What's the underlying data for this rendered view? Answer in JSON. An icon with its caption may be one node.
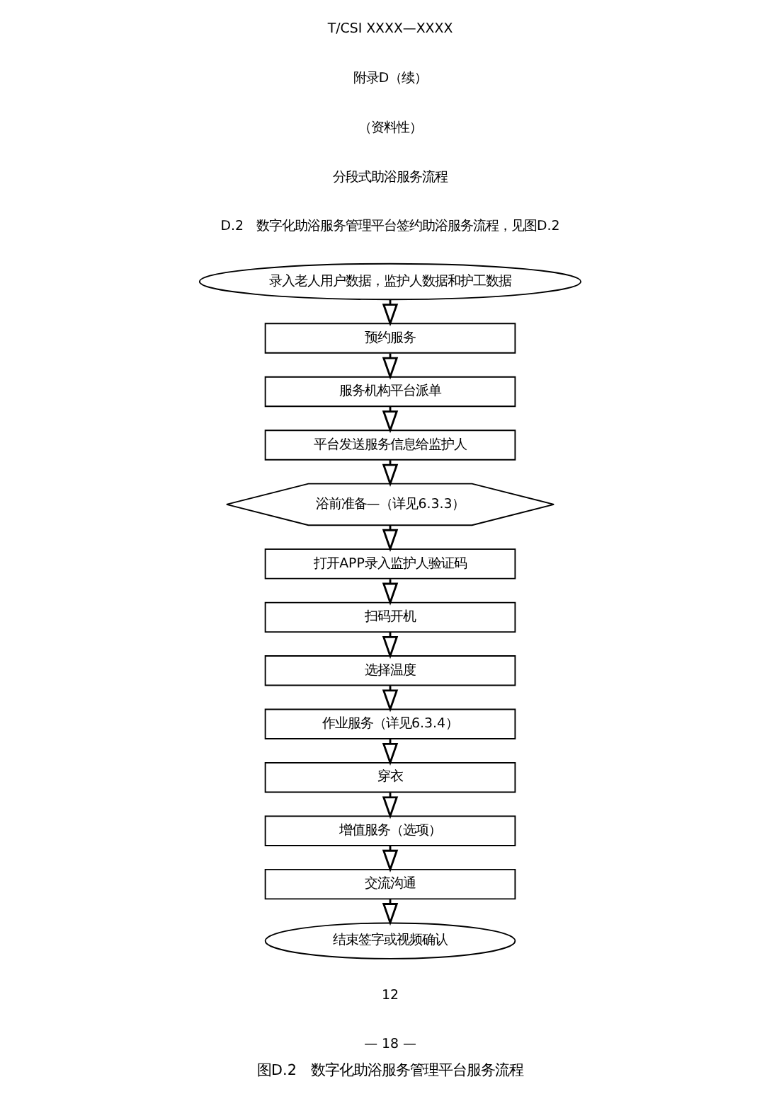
{
  "diagram": {
    "caption": "图D.2　数字化助浴服务管理平台服务流程",
    "nodes": [
      {
        "text": [
          "录入老人用户数据，监护人数据和护工数据"
        ]
      },
      {
        "text": [
          "预约服务"
        ]
      },
      {
        "text": [
          "服务机构平台派单"
        ]
      },
      {
        "text": [
          "平台发送服务信息给监护人"
        ]
      },
      {
        "text": [
          "浴前准备—（详见6.3.3）"
        ]
      },
      {
        "text": [
          "打开APP录入监护人验证码"
        ]
      },
      {
        "text": [
          "扫码开机"
        ]
      },
      {
        "text": [
          "选择温度"
        ]
      },
      {
        "text": [
          "作业服务（详见6.3.4）"
        ]
      },
      {
        "text": [
          "穿衣"
        ]
      },
      {
        "text": [
          "增值服务（选项）"
        ]
      },
      {
        "text": [
          "交流沟通"
        ]
      },
      {
        "text": [
          "结束签字或视频确认"
        ]
      }
    ],
    "edges": [
      {
        "from": 0,
        "to": 1,
        "arrow": "to"
      },
      {
        "from": 1,
        "to": 2,
        "arrow": "to"
      },
      {
        "from": 2,
        "to": 3,
        "arrow": "to"
      },
      {
        "from": 3,
        "to": 4,
        "arrow": "to"
      },
      {
        "from": 4,
        "to": 5,
        "arrow": "to"
      },
      {
        "from": 5,
        "to": 6,
        "arrow": "to"
      },
      {
        "from": 6,
        "to": 7,
        "arrow": "to"
      },
      {
        "from": 7,
        "to": 8,
        "arrow": "to"
      },
      {
        "from": 8,
        "to": 9,
        "arrow": "to"
      },
      {
        "from": 9,
        "to": 10,
        "arrow": "to"
      },
      {
        "from": 10,
        "to": 11,
        "arrow": "to"
      },
      {
        "from": 11,
        "to": 12,
        "arrow": "to"
      }
    ],
    "labels": [
      "T/CSI XXXX—XXXX",
      "附录D（续）",
      "（资料性）",
      "分段式助浴服务流程",
      "D.2　数字化助浴服务管理平台签约助浴服务流程，见图D.2",
      "12",
      "— 18 —"
    ]
  }
}
